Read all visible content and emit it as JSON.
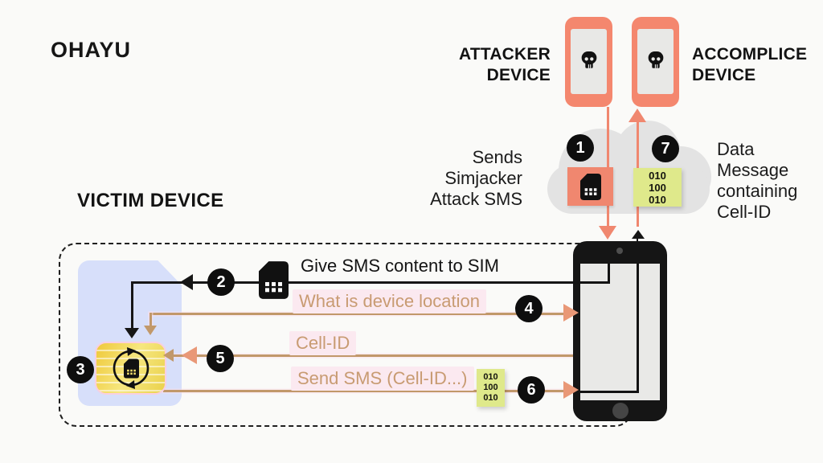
{
  "logo": "OHAYU",
  "labels": {
    "attacker": "ATTACKER\nDEVICE",
    "accomplice": "ACCOMPLICE\nDEVICE",
    "victim": "VICTIM DEVICE",
    "sends_sms": "Sends\nSimjacker\nAttack SMS",
    "data_message": "Data\nMessage\ncontaining\nCell-ID"
  },
  "steps": [
    "1",
    "2",
    "3",
    "4",
    "5",
    "6",
    "7"
  ],
  "messages": {
    "give_sms": "Give SMS content to SIM",
    "device_location": "What is device location",
    "cell_id": "Cell-ID",
    "send_sms": "Send SMS (Cell-ID...)"
  },
  "notes": {
    "cloud_binary": "010\n100\n010",
    "sms_binary": "010\n100\n010"
  },
  "colors": {
    "salmon_phone": "#F4876E",
    "salmon_note": "#F0876F",
    "arrow_salmon": "#E99877",
    "line_tan": "#C1986A",
    "text_tan": "#C89B72",
    "highlight_pink": "#FBE9F0",
    "note_yellow": "#DFE98B",
    "sim_blue": "#D7DFFA",
    "chip_gold": "#F0D23C",
    "cloud_gray": "#E3E3E3",
    "screen_gray": "#E8E8E6",
    "background": "#FAFAF8"
  }
}
